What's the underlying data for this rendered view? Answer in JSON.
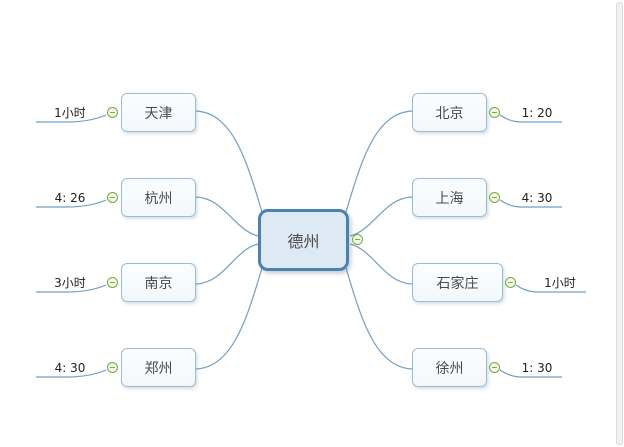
{
  "diagram": {
    "type": "mindmap",
    "center": {
      "label": "德州"
    },
    "left_branches": [
      {
        "city": "天津",
        "time": "1小时"
      },
      {
        "city": "杭州",
        "time": "4: 26"
      },
      {
        "city": "南京",
        "time": "3小时"
      },
      {
        "city": "郑州",
        "time": "4: 30"
      }
    ],
    "right_branches": [
      {
        "city": "北京",
        "time": "1: 20"
      },
      {
        "city": "上海",
        "time": "4: 30"
      },
      {
        "city": "石家庄",
        "time": "1小时"
      },
      {
        "city": "徐州",
        "time": "1: 30"
      }
    ]
  },
  "icons": {
    "toggle": "minus-circle-icon"
  },
  "colors": {
    "center_fill": "#dde9f4",
    "center_border": "#4e81ad",
    "node_fill": "#f7fafd",
    "node_border": "#9bbcd8",
    "connector_line": "#6f9fc4",
    "toggle_green": "#76a93f",
    "node_text": "#4a4a4a",
    "label_text": "#222222",
    "background": "#ffffff"
  }
}
